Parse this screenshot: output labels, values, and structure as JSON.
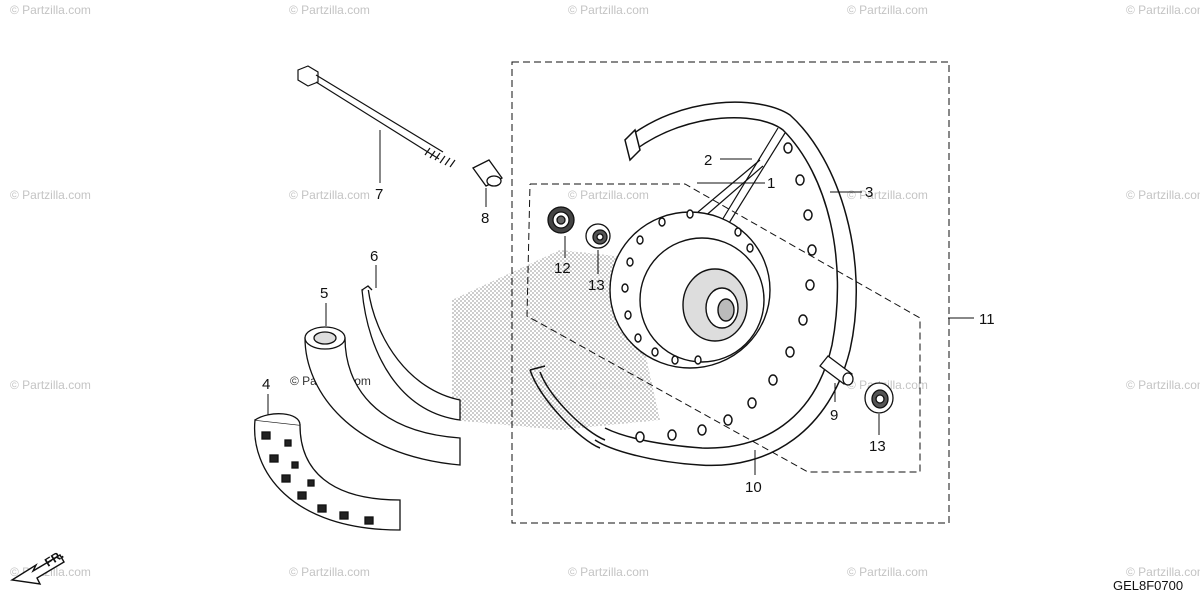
{
  "watermark": "© Partzilla.com",
  "diagram_code": "GEL8F0700",
  "direction_label": "FR.",
  "callouts": {
    "c1": "1",
    "c2": "2",
    "c3": "3",
    "c4": "4",
    "c5": "5",
    "c6": "6",
    "c7": "7",
    "c8": "8",
    "c9": "9",
    "c10": "10",
    "c11": "11",
    "c12": "12",
    "c13a": "13",
    "c13b": "13"
  },
  "colors": {
    "ink": "#111111",
    "watermark": "#c4c4c4",
    "screen": "#bdbdbd"
  }
}
